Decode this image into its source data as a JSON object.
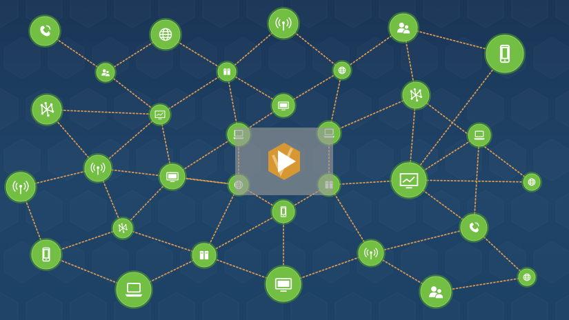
{
  "scene": {
    "background_color": "#1b3a5c",
    "node_color": "#72bf44",
    "node_ring_color": "#4e9a2c",
    "link_color": "#d89a52",
    "icon_color": "#ffffff"
  },
  "nodes": [
    {
      "id": "n1",
      "icon": "phone-icon"
    },
    {
      "id": "n2",
      "icon": "globe-icon"
    },
    {
      "id": "n3",
      "icon": "broadcast-tower-icon"
    },
    {
      "id": "n4",
      "icon": "users-icon"
    },
    {
      "id": "n5",
      "icon": "mobile-device-icon"
    },
    {
      "id": "n6",
      "icon": "users-icon"
    },
    {
      "id": "n7",
      "icon": "server-icon"
    },
    {
      "id": "n8",
      "icon": "globe-icon"
    },
    {
      "id": "n9",
      "icon": "network-hub-icon"
    },
    {
      "id": "n10",
      "icon": "chart-screen-icon"
    },
    {
      "id": "n11",
      "icon": "monitor-icon"
    },
    {
      "id": "n12",
      "icon": "network-hub-icon"
    },
    {
      "id": "n13",
      "icon": "laptop-icon"
    },
    {
      "id": "n14",
      "icon": "laptop-icon"
    },
    {
      "id": "n15",
      "icon": "broadcast-tower-icon"
    },
    {
      "id": "n16",
      "icon": "broadcast-tower-icon"
    },
    {
      "id": "n17",
      "icon": "monitor-icon"
    },
    {
      "id": "n18",
      "icon": "chart-screen-icon"
    },
    {
      "id": "n19",
      "icon": "globe-icon"
    },
    {
      "id": "n20",
      "icon": "globe-icon"
    },
    {
      "id": "n21",
      "icon": "server-icon"
    },
    {
      "id": "n22",
      "icon": "laptop-icon"
    },
    {
      "id": "n23",
      "icon": "mobile-device-icon"
    },
    {
      "id": "n24",
      "icon": "network-hub-icon"
    },
    {
      "id": "n25",
      "icon": "phone-icon"
    },
    {
      "id": "n26",
      "icon": "mobile-device-icon"
    },
    {
      "id": "n27",
      "icon": "server-icon"
    },
    {
      "id": "n28",
      "icon": "broadcast-tower-icon"
    },
    {
      "id": "n29",
      "icon": "laptop-icon"
    },
    {
      "id": "n30",
      "icon": "monitor-icon"
    },
    {
      "id": "n31",
      "icon": "users-icon"
    },
    {
      "id": "n32",
      "icon": "globe-icon"
    }
  ],
  "links": [
    [
      "n1",
      "n6"
    ],
    [
      "n6",
      "n2"
    ],
    [
      "n6",
      "n10"
    ],
    [
      "n9",
      "n10"
    ],
    [
      "n9",
      "n15"
    ],
    [
      "n10",
      "n7"
    ],
    [
      "n10",
      "n15"
    ],
    [
      "n10",
      "n17"
    ],
    [
      "n2",
      "n7"
    ],
    [
      "n7",
      "n3"
    ],
    [
      "n7",
      "n11"
    ],
    [
      "n7",
      "n13"
    ],
    [
      "n3",
      "n8"
    ],
    [
      "n8",
      "n4"
    ],
    [
      "n8",
      "n11"
    ],
    [
      "n8",
      "n14"
    ],
    [
      "n4",
      "n5"
    ],
    [
      "n4",
      "n12"
    ],
    [
      "n12",
      "n14"
    ],
    [
      "n12",
      "n18"
    ],
    [
      "n5",
      "n18"
    ],
    [
      "n12",
      "n20"
    ],
    [
      "n13",
      "n11"
    ],
    [
      "n13",
      "n17"
    ],
    [
      "n13",
      "n19"
    ],
    [
      "n14",
      "n21"
    ],
    [
      "n15",
      "n19b"
    ],
    [
      "n16",
      "n15"
    ],
    [
      "n16",
      "n26"
    ],
    [
      "n15",
      "n24"
    ],
    [
      "n17",
      "n24"
    ],
    [
      "n17",
      "n19"
    ],
    [
      "n19",
      "n23"
    ],
    [
      "n19",
      "n27"
    ],
    [
      "n21",
      "n18"
    ],
    [
      "n21",
      "n23"
    ],
    [
      "n21",
      "n28"
    ],
    [
      "n18",
      "n25"
    ],
    [
      "n25",
      "n22"
    ],
    [
      "n22",
      "n18"
    ],
    [
      "n24",
      "n26"
    ],
    [
      "n24",
      "n27"
    ],
    [
      "n26",
      "n29"
    ],
    [
      "n29",
      "n27"
    ],
    [
      "n27",
      "n30"
    ],
    [
      "n23",
      "n30"
    ],
    [
      "n27",
      "n23"
    ],
    [
      "n30",
      "n28"
    ],
    [
      "n28",
      "n25"
    ],
    [
      "n28",
      "n31"
    ],
    [
      "n31",
      "n32"
    ],
    [
      "n25",
      "n32"
    ],
    [
      "n20",
      "n18"
    ]
  ],
  "video_overlay": {
    "action": "play",
    "box_color": "#9a9a9a",
    "badge_color": "#e39a2a",
    "arrow_color": "#ffffff"
  }
}
